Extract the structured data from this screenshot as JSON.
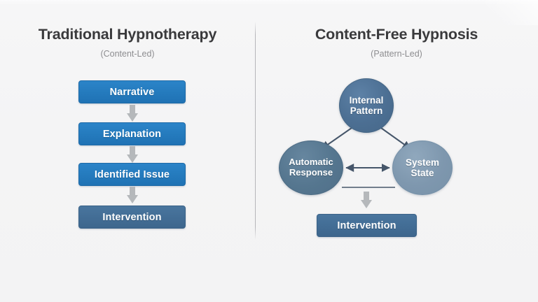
{
  "slide": {
    "background_color": "#f4f4f5",
    "divider_color": "#b2b2b6"
  },
  "left_panel": {
    "title": "Traditional Hypnotherapy",
    "subtitle": "(Content-Led)",
    "flow_type": "linear-sequence",
    "steps": [
      {
        "label": "Narrative",
        "style": "bright",
        "color": "#1f72b4"
      },
      {
        "label": "Explanation",
        "style": "bright",
        "color": "#1f72b4"
      },
      {
        "label": "Identified Issue",
        "style": "bright",
        "color": "#1f72b4"
      },
      {
        "label": "Intervention",
        "style": "muted",
        "color": "#3d668d"
      }
    ],
    "connectors": [
      {
        "from": "Narrative",
        "to": "Explanation",
        "kind": "down-arrow"
      },
      {
        "from": "Explanation",
        "to": "Identified Issue",
        "kind": "down-arrow"
      },
      {
        "from": "Identified Issue",
        "to": "Intervention",
        "kind": "down-arrow"
      }
    ]
  },
  "right_panel": {
    "title": "Content-Free Hypnosis",
    "subtitle": "(Pattern-Led)",
    "flow_type": "cyclic-network",
    "nodes": [
      {
        "id": "internal",
        "line1": "Internal",
        "line2": "Pattern",
        "shape": "circle",
        "color": "#4c6f93"
      },
      {
        "id": "automatic",
        "line1": "Automatic",
        "line2": "Response",
        "shape": "circle",
        "color": "#55768f"
      },
      {
        "id": "system",
        "line1": "System",
        "line2": "State",
        "shape": "circle",
        "color": "#7e97ae"
      }
    ],
    "outcome": {
      "label": "Intervention",
      "style": "muted",
      "color": "#3d668d"
    },
    "connectors": [
      {
        "from": "internal",
        "to": "automatic",
        "kind": "thin-arrow"
      },
      {
        "from": "internal",
        "to": "system",
        "kind": "thin-arrow"
      },
      {
        "from": "automatic",
        "to": "system",
        "kind": "thin-double-arrow"
      },
      {
        "from": "pair",
        "to": "outcome",
        "kind": "down-arrow"
      }
    ]
  },
  "icons": {
    "down_arrow": "fat-down-arrow-icon",
    "thin_arrow": "thin-arrow-icon",
    "double_arrow": "double-headed-arrow-icon"
  }
}
